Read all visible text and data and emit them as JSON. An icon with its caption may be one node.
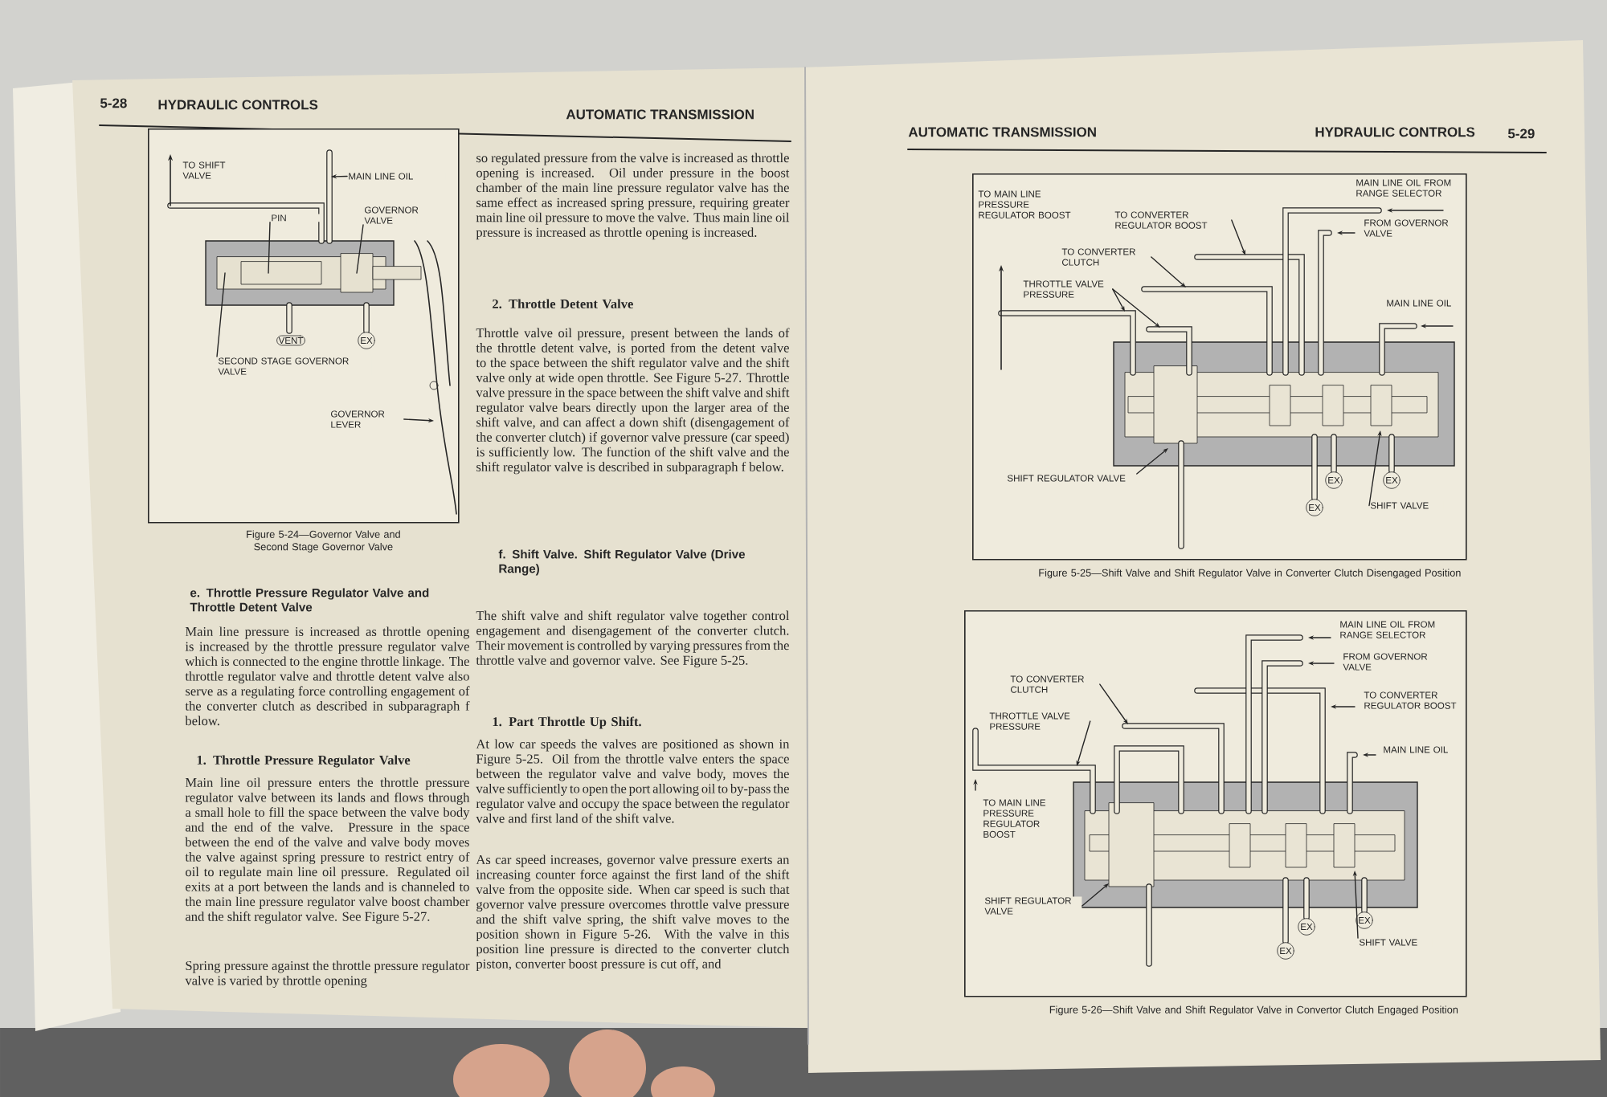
{
  "diagram": {
    "nodes": [
      {
        "text": [],
        "shape": "picture"
      },
      {
        "text": [
          "TO SHIFT VALVE"
        ],
        "in": 0
      },
      {
        "text": [
          "MAIN LINE OIL"
        ],
        "in": 0
      },
      {
        "text": [
          "PIN"
        ],
        "in": 0
      },
      {
        "text": [
          "GOVERNOR VALVE"
        ],
        "in": 0
      },
      {
        "text": [
          "VENT"
        ],
        "in": 0
      },
      {
        "text": [
          "EX"
        ],
        "in": 0
      },
      {
        "text": [
          "SECOND STAGE GOVERNOR VALVE"
        ],
        "in": 0
      },
      {
        "text": [
          "GOVERNOR LEVER"
        ],
        "in": 0
      },
      {
        "text": [],
        "shape": "picture"
      },
      {
        "text": [
          "TO MAIN LINE PRESSURE REGULATOR BOOST"
        ],
        "in": 9
      },
      {
        "text": [
          "TO CONVERTER REGULATOR BOOST"
        ],
        "in": 9
      },
      {
        "text": [
          "TO CONVERTER CLUTCH"
        ],
        "in": 9
      },
      {
        "text": [
          "THROTTLE VALVE PRESSURE"
        ],
        "in": 9
      },
      {
        "text": [
          "MAIN LINE OIL FROM RANGE SELECTOR"
        ],
        "in": 9
      },
      {
        "text": [
          "FROM GOVERNOR VALVE"
        ],
        "in": 9
      },
      {
        "text": [
          "MAIN LINE OIL"
        ],
        "in": 9
      },
      {
        "text": [
          "SHIFT REGULATOR VALVE"
        ],
        "in": 9
      },
      {
        "text": [
          "EX"
        ],
        "in": 9
      },
      {
        "text": [
          "EX"
        ],
        "in": 9
      },
      {
        "text": [
          "EX"
        ],
        "in": 9
      },
      {
        "text": [
          "SHIFT VALVE"
        ],
        "in": 9
      },
      {
        "text": [],
        "shape": "picture"
      },
      {
        "text": [
          "MAIN LINE OIL FROM RANGE SELECTOR"
        ],
        "in": 22
      },
      {
        "text": [
          "FROM GOVERNOR VALVE"
        ],
        "in": 22
      },
      {
        "text": [
          "TO CONVERTER CLUTCH"
        ],
        "in": 22
      },
      {
        "text": [
          "TO CONVERTER REGULATOR BOOST"
        ],
        "in": 22
      },
      {
        "text": [
          "THROTTLE VALVE PRESSURE"
        ],
        "in": 22
      },
      {
        "text": [
          "MAIN LINE OIL"
        ],
        "in": 22
      },
      {
        "text": [
          "TO MAIN LINE PRESSURE REGULATOR BOOST"
        ],
        "in": 22
      },
      {
        "text": [
          "SHIFT REGULATOR VALVE"
        ],
        "in": 22
      },
      {
        "text": [
          "EX"
        ],
        "in": 22
      },
      {
        "text": [
          "EX"
        ],
        "in": 22
      },
      {
        "text": [
          "EX"
        ],
        "in": 22
      },
      {
        "text": [
          "SHIFT VALVE"
        ],
        "in": 22
      }
    ],
    "edges": [
      {
        "from": 2,
        "to": 0,
        "arrow": "to"
      },
      {
        "from": 3,
        "to": 0,
        "arrow": "none"
      },
      {
        "from": 4,
        "to": 0,
        "arrow": "none"
      },
      {
        "from": 7,
        "to": 0,
        "arrow": "none"
      },
      {
        "from": 8,
        "to": 0,
        "arrow": "to"
      },
      {
        "from": 11,
        "to": 9,
        "arrow": "to"
      },
      {
        "from": 12,
        "to": 9,
        "arrow": "to"
      },
      {
        "from": 13,
        "to": 9,
        "arrow": "to"
      },
      {
        "from": 13,
        "to": 9,
        "arrow": "to"
      },
      {
        "from": 17,
        "to": 9,
        "arrow": "to"
      },
      {
        "from": 21,
        "to": 9,
        "arrow": "to"
      },
      {
        "from": 25,
        "to": 22,
        "arrow": "to"
      },
      {
        "from": 27,
        "to": 22,
        "arrow": "to"
      },
      {
        "from": 30,
        "to": 22,
        "arrow": "to"
      },
      {
        "from": 34,
        "to": 22,
        "arrow": "to"
      }
    ],
    "labels": [
      "5-28",
      "HYDRAULIC CONTROLS",
      "AUTOMATIC TRANSMISSION",
      "Figure 5-24—Governor Valve and Second Stage Governor Valve",
      "e. Throttle Pressure Regulator Valve and Throttle Detent Valve",
      "Main line pressure is increased as throttle opening is increased by the throttle pressure regulator valve which is connected to the engine throttle linkage. The throttle regulator valve and throttle detent valve also serve as a regulating force controlling engagement of the converter clutch as described in subparagraph f below.",
      "1. Throttle Pressure Regulator Valve",
      "Main line oil pressure enters the throttle pressure regulator valve between its lands and flows through a small hole to fill the space between the valve body and the end of the valve. Pressure in the space between the end of the valve and valve body moves the valve against spring pressure to restrict entry of oil to regulate main line oil pressure. Regulated oil exits at a port between the lands and is channeled to the main line pressure regulator valve boost chamber and the shift regulator valve. See Figure 5-27.",
      "Spring pressure against the throttle pressure regulator valve is varied by throttle opening",
      "so regulated pressure from the valve is increased as throttle opening is increased. Oil under pressure in the boost chamber of the main line pressure regulator valve has the same effect as increased spring pressure, requiring greater main line oil pressure to move the valve. Thus main line oil pressure is increased as throttle opening is increased.",
      "2. Throttle Detent Valve",
      "Throttle valve oil pressure, present between the lands of the throttle detent valve, is ported from the detent valve to the space between the shift regulator valve and the shift valve only at wide open throttle. See Figure 5-27. Throttle valve pressure in the space between the shift valve and shift regulator valve bears directly upon the larger area of the shift valve, and can affect a down shift (disengagement of the converter clutch) if governor valve pressure (car speed) is sufficiently low. The function of the shift valve and the shift regulator valve is described in subparagraph f below.",
      "f. Shift Valve. Shift Regulator Valve (Drive Range)",
      "The shift valve and shift regulator valve together control engagement and disengagement of the converter clutch. Their movement is controlled by varying pressures from the throttle valve and governor valve. See Figure 5-25.",
      "1. Part Throttle Up Shift.",
      "At low car speeds the valves are positioned as shown in Figure 5-25. Oil from the throttle valve enters the space between the regulator valve and valve body, moves the valve sufficiently to open the port allowing oil to by-pass the regulator valve and occupy the space between the regulator valve and first land of the shift valve.",
      "As car speed increases, governor valve pressure exerts an increasing counter force against the first land of the shift valve from the opposite side. When car speed is such that governor valve pressure overcomes throttle valve pressure and the shift valve spring, the shift valve moves to the position shown in Figure 5-26. With the valve in this position line pressure is directed to the converter clutch piston, converter boost pressure is cut off, and",
      "AUTOMATIC TRANSMISSION",
      "HYDRAULIC CONTROLS",
      "5-29",
      "Figure 5-25—Shift Valve and Shift Regulator Valve in Converter Clutch Disengaged Position",
      "Figure 5-26—Shift Valve and Shift Regulator Valve in Convertor Clutch Engaged Position"
    ]
  }
}
